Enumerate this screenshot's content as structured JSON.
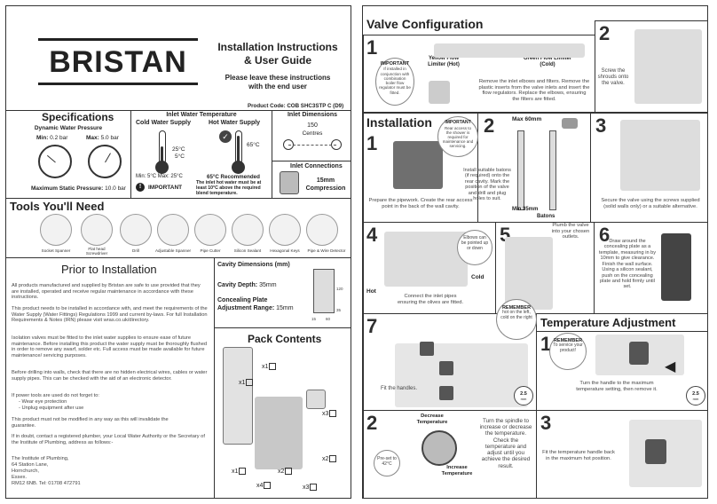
{
  "brand": "BRISTAN",
  "cover": {
    "title_line1": "Installation Instructions",
    "title_line2": "& User Guide",
    "subtitle_line1": "Please leave these instructions",
    "subtitle_line2": "with the end user",
    "product_code": "Product Code: COB SHC3STP C (D9)"
  },
  "specs": {
    "title": "Specifications",
    "pressure_title": "Dynamic Water Pressure",
    "min_label": "Min:",
    "min_value": "0.2 bar",
    "max_label": "Max:",
    "max_value": "5.0 bar",
    "static_label": "Maximum Static Pressure:",
    "static_value": "10.0 bar"
  },
  "inlet_temp": {
    "title": "Inlet Water Temperature",
    "cold_label": "Cold Water Supply",
    "hot_label": "Hot Water Supply",
    "cold_high": "25°C",
    "cold_low": "5°C",
    "hot_value": "65°C",
    "min_max": "Min: 5°C  Max: 25°C",
    "recommended": "65°C Recommended",
    "important_label": "IMPORTANT",
    "important_text": "The inlet hot water must be at least 10°C above the required blend temperature."
  },
  "inlet_dims": {
    "title": "Inlet Dimensions",
    "value": "150",
    "centres": "Centres"
  },
  "inlet_conn": {
    "title": "Inlet Connections",
    "value_line1": "15mm",
    "value_line2": "Compression"
  },
  "tools": {
    "title": "Tools You'll Need",
    "items": [
      "Socket Spanner",
      "Flat head Screwdriver",
      "Drill",
      "Adjustable Spanner",
      "Pipe Cutter",
      "Silicon Sealant",
      "Hexagonal Keys",
      "Pipe & Wire Detector"
    ]
  },
  "prior": {
    "title": "Prior to Installation",
    "p1": "All products manufactured and supplied by Bristan are safe to use provided that they are installed, operated and receive regular maintenance in accordance with these instructions.",
    "p2": "This product needs to be installed in accordance with, and meet the requirements of the Water Supply (Water Fittings) Regulations 1999 and current by-laws. For full Installation Requirements & Notes (IRN) please visit wras.co.uk/directory.",
    "p3": "Isolation valves must be fitted to the inlet water supplies to ensure ease of future maintenance. Before installing this product the water supply must be thoroughly flushed in order to remove any swarf, solder etc. Full access must be made available for future maintenance/ servicing purposes.",
    "p4": "Before drilling into walls, check that there are no hidden electrical wires, cables or water supply pipes. This can be checked with the aid of an electronic detector.",
    "p5": "If power tools are used do not forget to:",
    "p5a": "- Wear eye protection",
    "p5b": "- Unplug equipment after use",
    "p6": "This product must not be modified in any way as this will invalidate the guarantee.",
    "p7": "If in doubt, contact a registered plumber, your Local Water Authority or the Secretary of the Institute of Plumbing, address as follows:-",
    "addr1": "The Institute of Plumbing,",
    "addr2": "64 Station Lane,",
    "addr3": "Hornchurch,",
    "addr4": "Essex.",
    "addr5": "RM12 6NB. Tel: 01708 472791"
  },
  "cavity": {
    "title": "Cavity Dimensions (mm)",
    "depth_label": "Cavity Depth:",
    "depth_value": "35mm",
    "plate_label1": "Concealing Plate",
    "plate_label2": "Adjustment Range:",
    "plate_value": "15mm",
    "dim_a": "120",
    "dim_b": "35",
    "dim_c": "15",
    "dim_d": "60"
  },
  "pack": {
    "title": "Pack Contents",
    "q_x1a": "x1",
    "q_x1b": "x1",
    "q_x3": "x3",
    "q_x2a": "x2",
    "q_x2b": "x2",
    "q_x1c": "x1",
    "q_x4": "x4",
    "q_x3b": "x3"
  },
  "valve_config": {
    "title": "Valve Configuration",
    "step1": "1",
    "step2": "2",
    "important_head": "IMPORTANT",
    "important_text": "If installed in conjunction with combination boiler flow regulator must be fitted.",
    "yellow_flow": "Yellow Flow Limiter (Hot)",
    "green_flow": "Green Flow Limiter (Cold)",
    "step1_text": "Remove the inlet elbows and filters. Remove the plastic inserts from the valve inlets and insert the flow regulators. Replace the elbows, ensuring the filters are fitted.",
    "step2_text": "Screw the shrouds onto the valve."
  },
  "installation": {
    "title": "Installation",
    "s1": "1",
    "s1_text": "Prepare the pipework. Create the rear access point in the back of the wall cavity.",
    "s2": "2",
    "s2_important_head": "IMPORTANT",
    "s2_important": "Rear access to the shower is required for maintenance and servicing.",
    "s2_text": "Install suitable batons (if required) onto the rear cavity. Mark the position of the valve and drill and plug holes to suit.",
    "s2_max": "Max 60mm",
    "s2_min": "Min 35mm",
    "s2_batons": "Batons",
    "s3": "3",
    "s3_text": "Secure the valve using the screws supplied (solid walls only) or a suitable alternative.",
    "s4": "4",
    "s4_hot": "Hot",
    "s4_cold": "Cold",
    "s4_callout": "Elbows can be pointed up or down",
    "s4_text": "Connect the inlet pipes ensuring the olives are fitted.",
    "s5": "5",
    "s5_text": "Plumb the valve into your chosen outlets.",
    "s6": "6",
    "s6_text": "Draw around the concealing plate as a template, measuring in by 10mm to give clearance. Finish the wall surface. Using a silicon sealant, push on the concealing plate and hold firmly until set.",
    "s7": "7",
    "s7_remember_head": "REMEMBER",
    "s7_remember": "hot on the left, cold on the right",
    "s7_text": "Fit the handles."
  },
  "temp_adj": {
    "title": "Temperature Adjustment",
    "s1": "1",
    "remember_head": "REMEMBER",
    "remember_text": "To service your product!",
    "s1_text": "Turn the handle to the maximum temperature setting, then remove it.",
    "size": "2.5",
    "size_unit": "mm",
    "s2": "2",
    "decrease": "Decrease Temperature",
    "increase": "Increase Temperature",
    "preset": "Pre-set to 42°C",
    "s2_text": "Turn the spindle to increase or decrease the temperature. Check the temperature and adjust until you achieve the desired result.",
    "s3": "3",
    "s3_text": "Fit the temperature handle back in the maximum hot position."
  }
}
